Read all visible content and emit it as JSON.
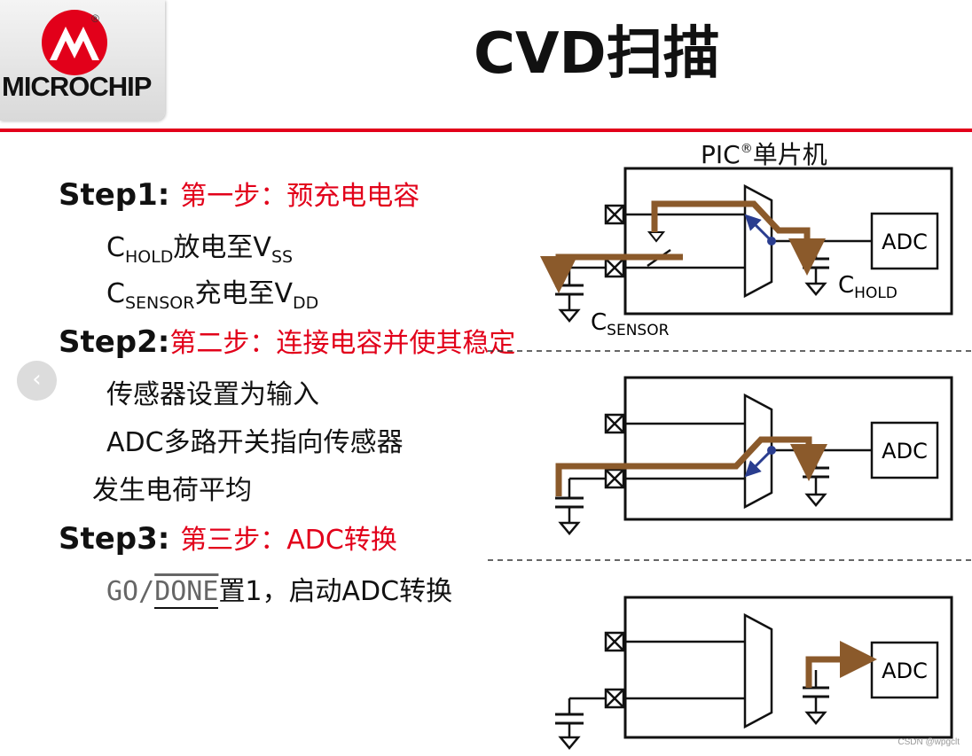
{
  "logo": {
    "text": "MICROCHIP",
    "reg": "®",
    "brand_color": "#e2001a"
  },
  "title": "CVD扫描",
  "steps": [
    {
      "label": "Step1:",
      "title": "第一步：预充电电容",
      "lines": [
        {
          "a": "C",
          "a_sub": "HOLD",
          "b": "放电至V",
          "b_sub": "SS"
        },
        {
          "a": "C",
          "a_sub": "SENSOR",
          "b": "充电至V",
          "b_sub": "DD"
        }
      ]
    },
    {
      "label": "Step2:",
      "title": "第二步：连接电容并使其稳定",
      "lines": [
        "传感器设置为输入",
        "ADC多路开关指向传感器",
        "发生电荷平均"
      ]
    },
    {
      "label": "Step3:",
      "title": "第三步：ADC转换",
      "go_done": {
        "go": "GO/",
        "done": "DONE",
        "rest": "置1",
        "comma": "，启动ADC转换"
      }
    }
  ],
  "diagram": {
    "mcu_label": "PIC",
    "mcu_reg": "®",
    "mcu_suffix": "单片机",
    "adc_label": "ADC",
    "chold_c": "C",
    "chold_sub": "HOLD",
    "csensor_c": "C",
    "csensor_sub": "SENSOR",
    "charge_path_color": "#8b5a2b",
    "switch_arrow_color": "#2a3d8f"
  },
  "nav": {
    "prev_icon": "‹"
  },
  "watermark": "CSDN @wpgclt"
}
